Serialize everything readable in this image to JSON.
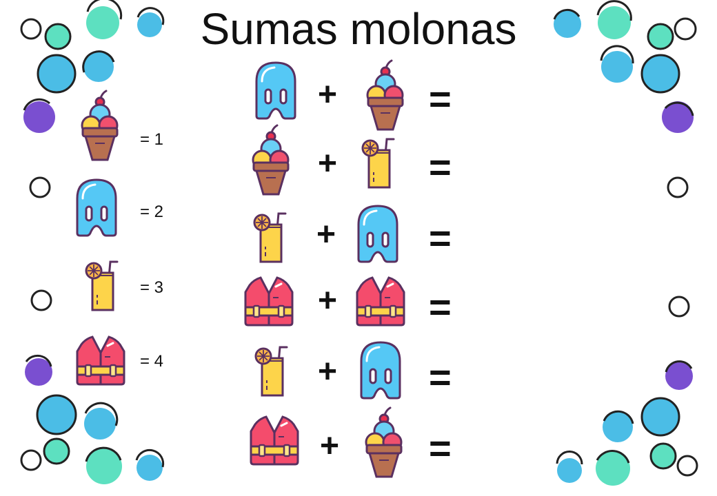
{
  "title": "Sumas molonas",
  "plus_sign": "+",
  "equals_sign": "=",
  "legend": [
    {
      "icon": "ice-cream-icon",
      "text": "= 1"
    },
    {
      "icon": "kickboard-icon",
      "text": "= 2"
    },
    {
      "icon": "lemonade-glass-icon",
      "text": "= 3"
    },
    {
      "icon": "life-vest-icon",
      "text": "= 4"
    }
  ],
  "equations": [
    {
      "left": "kickboard-icon",
      "right": "ice-cream-icon"
    },
    {
      "left": "ice-cream-icon",
      "right": "lemonade-glass-icon"
    },
    {
      "left": "lemonade-glass-icon",
      "right": "kickboard-icon"
    },
    {
      "left": "life-vest-icon",
      "right": "life-vest-icon"
    },
    {
      "left": "lemonade-glass-icon",
      "right": "kickboard-icon"
    },
    {
      "left": "life-vest-icon",
      "right": "ice-cream-icon"
    }
  ],
  "colors": {
    "kickboard": "#55c8f5",
    "ice_cream_cone": "#b87050",
    "scoop_pink": "#f0506e",
    "scoop_yellow": "#fdd44a",
    "scoop_blue": "#6ad0f5",
    "cherry": "#e83050",
    "lemonade": "#fdd44a",
    "vest": "#f44c6c",
    "vest_strap": "#fdd44a",
    "outline": "#5a3060",
    "bubble_blue": "#4bbde6",
    "bubble_teal": "#5de0c0",
    "bubble_purple": "#7a4fd0"
  }
}
